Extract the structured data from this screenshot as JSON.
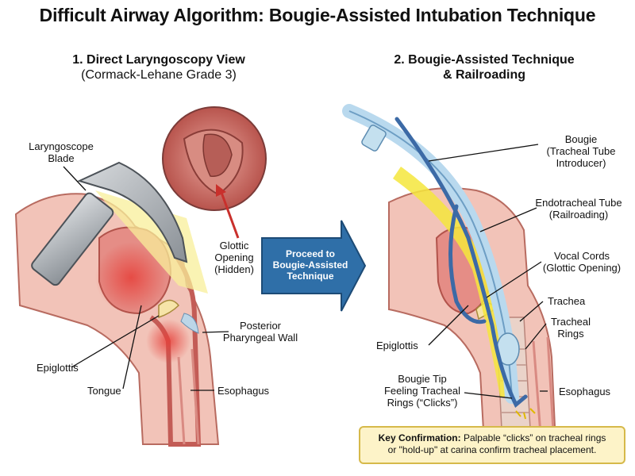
{
  "title": "Difficult Airway Algorithm: Bougie-Assisted Intubation Technique",
  "left_panel": {
    "heading": "1. Direct Laryngoscopy View",
    "subheading": "(Cormack-Lehane Grade 3)",
    "labels": {
      "blade_1": "Laryngoscope",
      "blade_2": "Blade",
      "glottic_1": "Glottic",
      "glottic_2": "Opening",
      "glottic_3": "(Hidden)",
      "posterior_1": "Posterior",
      "posterior_2": "Pharyngeal Wall",
      "epiglottis": "Epiglottis",
      "tongue": "Tongue",
      "esophagus": "Esophagus"
    }
  },
  "arrow": {
    "line1": "Proceed to",
    "line2": "Bougie-Assisted",
    "line3": "Technique"
  },
  "right_panel": {
    "heading_1": "2. Bougie-Assisted Technique",
    "heading_2": "& Railroading",
    "labels": {
      "bougie_1": "Bougie",
      "bougie_2": "(Tracheal Tube",
      "bougie_3": "Introducer)",
      "ett_1": "Endotracheal Tube",
      "ett_2": "(Railroading)",
      "vocal_1": "Vocal Cords",
      "vocal_2": "(Glottic Opening)",
      "trachea": "Trachea",
      "rings_1": "Tracheal",
      "rings_2": "Rings",
      "epiglottis": "Epiglottis",
      "tip_1": "Bougie Tip",
      "tip_2": "Feeling Tracheal",
      "tip_3": "Rings (“Clicks”)",
      "esophagus": "Esophagus"
    }
  },
  "key_confirmation": {
    "label": "Key Confirmation:",
    "text_1": " Palpable “clicks” on tracheal rings",
    "text_2": "or \"hold-up\" at carina confirm tracheal placement."
  },
  "colors": {
    "tissue": "#f0b8b0",
    "tissue_dark": "#c9615a",
    "inflamed": "#e6403a",
    "arrow_blue": "#2f6fa8",
    "tube_blue": "#b9d9ee",
    "bougie_blue": "#3c6aa6",
    "light_yellow": "#f5e63c",
    "key_box": "#fdf3c8"
  }
}
